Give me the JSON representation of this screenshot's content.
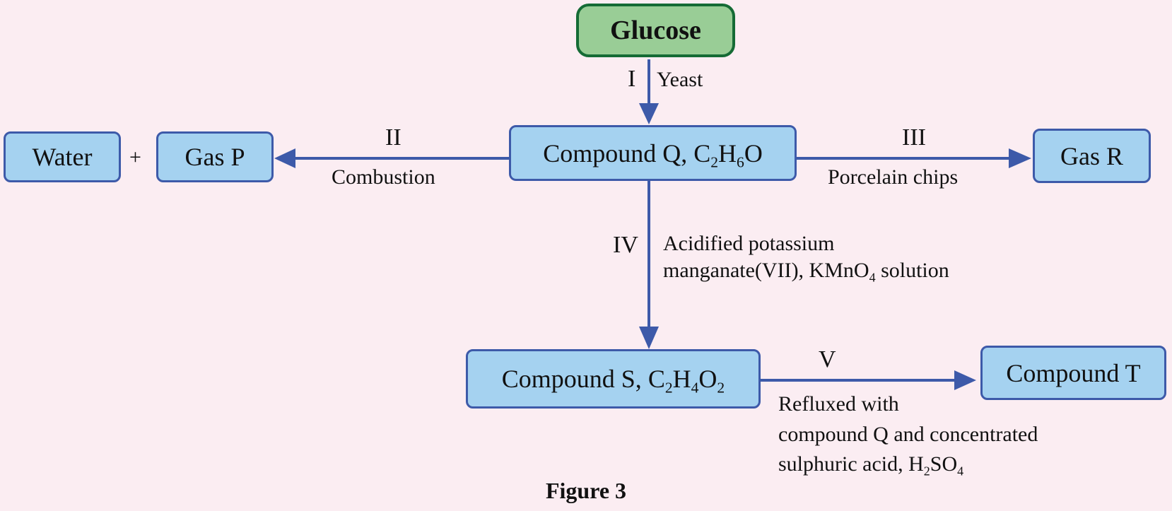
{
  "colors": {
    "background": "#fbedf2",
    "box_fill": "#a5d2f0",
    "box_border": "#3d5aa9",
    "start_fill": "#99cd96",
    "start_border": "#156b35",
    "arrow": "#3d5aa9"
  },
  "nodes": {
    "glucose": "Glucose",
    "compound_q": {
      "name": "Compound Q, ",
      "formula": [
        {
          "t": "C"
        },
        {
          "s": "2"
        },
        {
          "t": "H"
        },
        {
          "s": "6"
        },
        {
          "t": "O"
        }
      ]
    },
    "water": "Water",
    "plus": "+",
    "gas_p": "Gas P",
    "gas_r": "Gas R",
    "compound_s": {
      "name": "Compound S, ",
      "formula": [
        {
          "t": "C"
        },
        {
          "s": "2"
        },
        {
          "t": "H"
        },
        {
          "s": "4"
        },
        {
          "t": "O"
        },
        {
          "s": "2"
        }
      ]
    },
    "compound_t": "Compound T"
  },
  "steps": {
    "i": {
      "numeral": "I",
      "condition": "Yeast"
    },
    "ii": {
      "numeral": "II",
      "condition": "Combustion"
    },
    "iii": {
      "numeral": "III",
      "condition": "Porcelain chips"
    },
    "iv": {
      "numeral": "IV",
      "line1": "Acidified potassium",
      "line2_pre": "manganate(VII), KMnO",
      "line2_sub": "4",
      "line2_post": " solution"
    },
    "v": {
      "numeral": "V",
      "line1": "Refluxed with",
      "line2": "compound Q and concentrated",
      "line3_pre": "sulphuric acid, H",
      "line3_sub1": "2",
      "line3_mid": "SO",
      "line3_sub2": "4"
    }
  },
  "caption": "Figure 3"
}
